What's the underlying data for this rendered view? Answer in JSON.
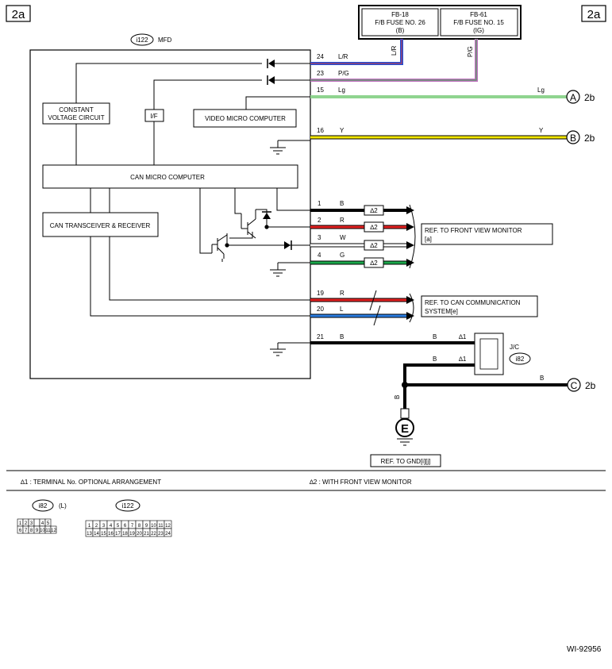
{
  "page": {
    "page_tag_left": "2a",
    "page_tag_right": "2a",
    "drawing_id": "WI-92956"
  },
  "fuses": [
    {
      "id": "FB-18",
      "name": "F/B FUSE NO. 26",
      "sub": "(B)"
    },
    {
      "id": "FB-61",
      "name": "F/B FUSE NO. 15",
      "sub": "(IG)"
    }
  ],
  "mfd": {
    "connector": "i122",
    "name": "MFD",
    "blocks": {
      "cvc_line1": "CONSTANT",
      "cvc_line2": "VOLTAGE CIRCUIT",
      "if": "I/F",
      "video": "VIDEO MICRO COMPUTER",
      "can_micro": "CAN MICRO COMPUTER",
      "transceiver": "CAN TRANSCEIVER & RECEIVER"
    }
  },
  "wires": [
    {
      "pin": "24",
      "color_code": "L/R",
      "color": "#1f4fd8",
      "stripe": "#d83a3a"
    },
    {
      "pin": "23",
      "color_code": "P/G",
      "color": "#c070c0",
      "stripe": "#3aa64a"
    },
    {
      "pin": "15",
      "color_code": "Lg",
      "color": "#8fd48f"
    },
    {
      "pin": "16",
      "color_code": "Y",
      "color": "#f2e600"
    },
    {
      "pin": "1",
      "color_code": "B",
      "color": "#000000"
    },
    {
      "pin": "2",
      "color_code": "R",
      "color": "#e32020"
    },
    {
      "pin": "3",
      "color_code": "W",
      "color": "#ffffff"
    },
    {
      "pin": "4",
      "color_code": "G",
      "color": "#1aa64a"
    },
    {
      "pin": "19",
      "color_code": "R",
      "color": "#e32020"
    },
    {
      "pin": "20",
      "color_code": "L",
      "color": "#2a7de1"
    },
    {
      "pin": "21",
      "color_code": "B",
      "color": "#000000"
    }
  ],
  "wire_far_labels": {
    "pin15": "Lg",
    "pin16": "Y",
    "pin24_vertical": "L/R",
    "pin23_vertical": "P/G",
    "jc_in1": "B",
    "jc_in2": "B",
    "jc_out": "B",
    "gnd_drop": "B"
  },
  "markers": {
    "star2": "∆2",
    "star1": "∆1"
  },
  "connectors": {
    "A": {
      "letter": "A",
      "page": "2b"
    },
    "B": {
      "letter": "B",
      "page": "2b"
    },
    "C": {
      "letter": "C",
      "page": "2b"
    }
  },
  "jc": {
    "label": "J/C",
    "connector": "i82"
  },
  "ground": {
    "letter": "E",
    "ref": "REF. TO GND[i][j]"
  },
  "refs": {
    "front_view_line1": "REF. TO FRONT VIEW MONITOR",
    "front_view_line2": "[a]",
    "can_line1": "REF. TO CAN COMMUNICATION",
    "can_line2": "SYSTEM[e]"
  },
  "footnotes": {
    "note1": "∆1  : TERMINAL No. OPTIONAL ARRANGEMENT",
    "note2": "∆2  : WITH FRONT VIEW MONITOR"
  },
  "connector_views": {
    "i82": {
      "name": "i82",
      "suffix": "(L)",
      "row1": [
        "1",
        "2",
        "3",
        "",
        "4",
        "5"
      ],
      "row2": [
        "6",
        "7",
        "8",
        "9",
        "10",
        "11",
        "12"
      ]
    },
    "i122": {
      "name": "i122",
      "row1": [
        "1",
        "2",
        "3",
        "4",
        "5",
        "6",
        "7",
        "8",
        "9",
        "10",
        "11",
        "12"
      ],
      "row2": [
        "13",
        "14",
        "15",
        "16",
        "17",
        "18",
        "19",
        "20",
        "21",
        "22",
        "23",
        "24"
      ]
    }
  }
}
